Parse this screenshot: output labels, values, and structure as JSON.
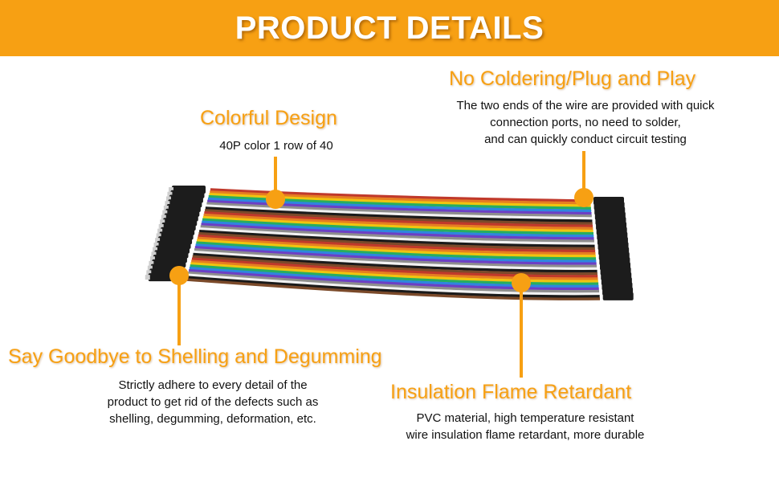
{
  "header": {
    "title": "PRODUCT DETAILS"
  },
  "features": {
    "colorful": {
      "title": "Colorful Design",
      "desc": [
        "40P color 1 row of 40"
      ]
    },
    "plug": {
      "title": "No Coldering/Plug and Play",
      "desc": [
        "The two ends of the wire are provided with quick",
        "connection ports, no need to solder,",
        "and can quickly conduct circuit testing"
      ]
    },
    "shelling": {
      "title": "Say Goodbye to Shelling and Degumming",
      "desc": [
        "Strictly adhere to every detail of the",
        "product to get rid of the defects such as",
        "shelling, degumming, deformation, etc."
      ]
    },
    "flame": {
      "title": "Insulation Flame Retardant",
      "desc": [
        "PVC material, high temperature resistant",
        "wire insulation flame retardant, more durable"
      ]
    }
  },
  "colors": {
    "accent": "#f7a013",
    "wire_colors": [
      "#c0392b",
      "#e67e22",
      "#f1c40f",
      "#27ae60",
      "#2e86de",
      "#6c3fc5",
      "#8e8e8e",
      "#f2f2f2",
      "#1a1a1a",
      "#7b4a2a"
    ]
  }
}
